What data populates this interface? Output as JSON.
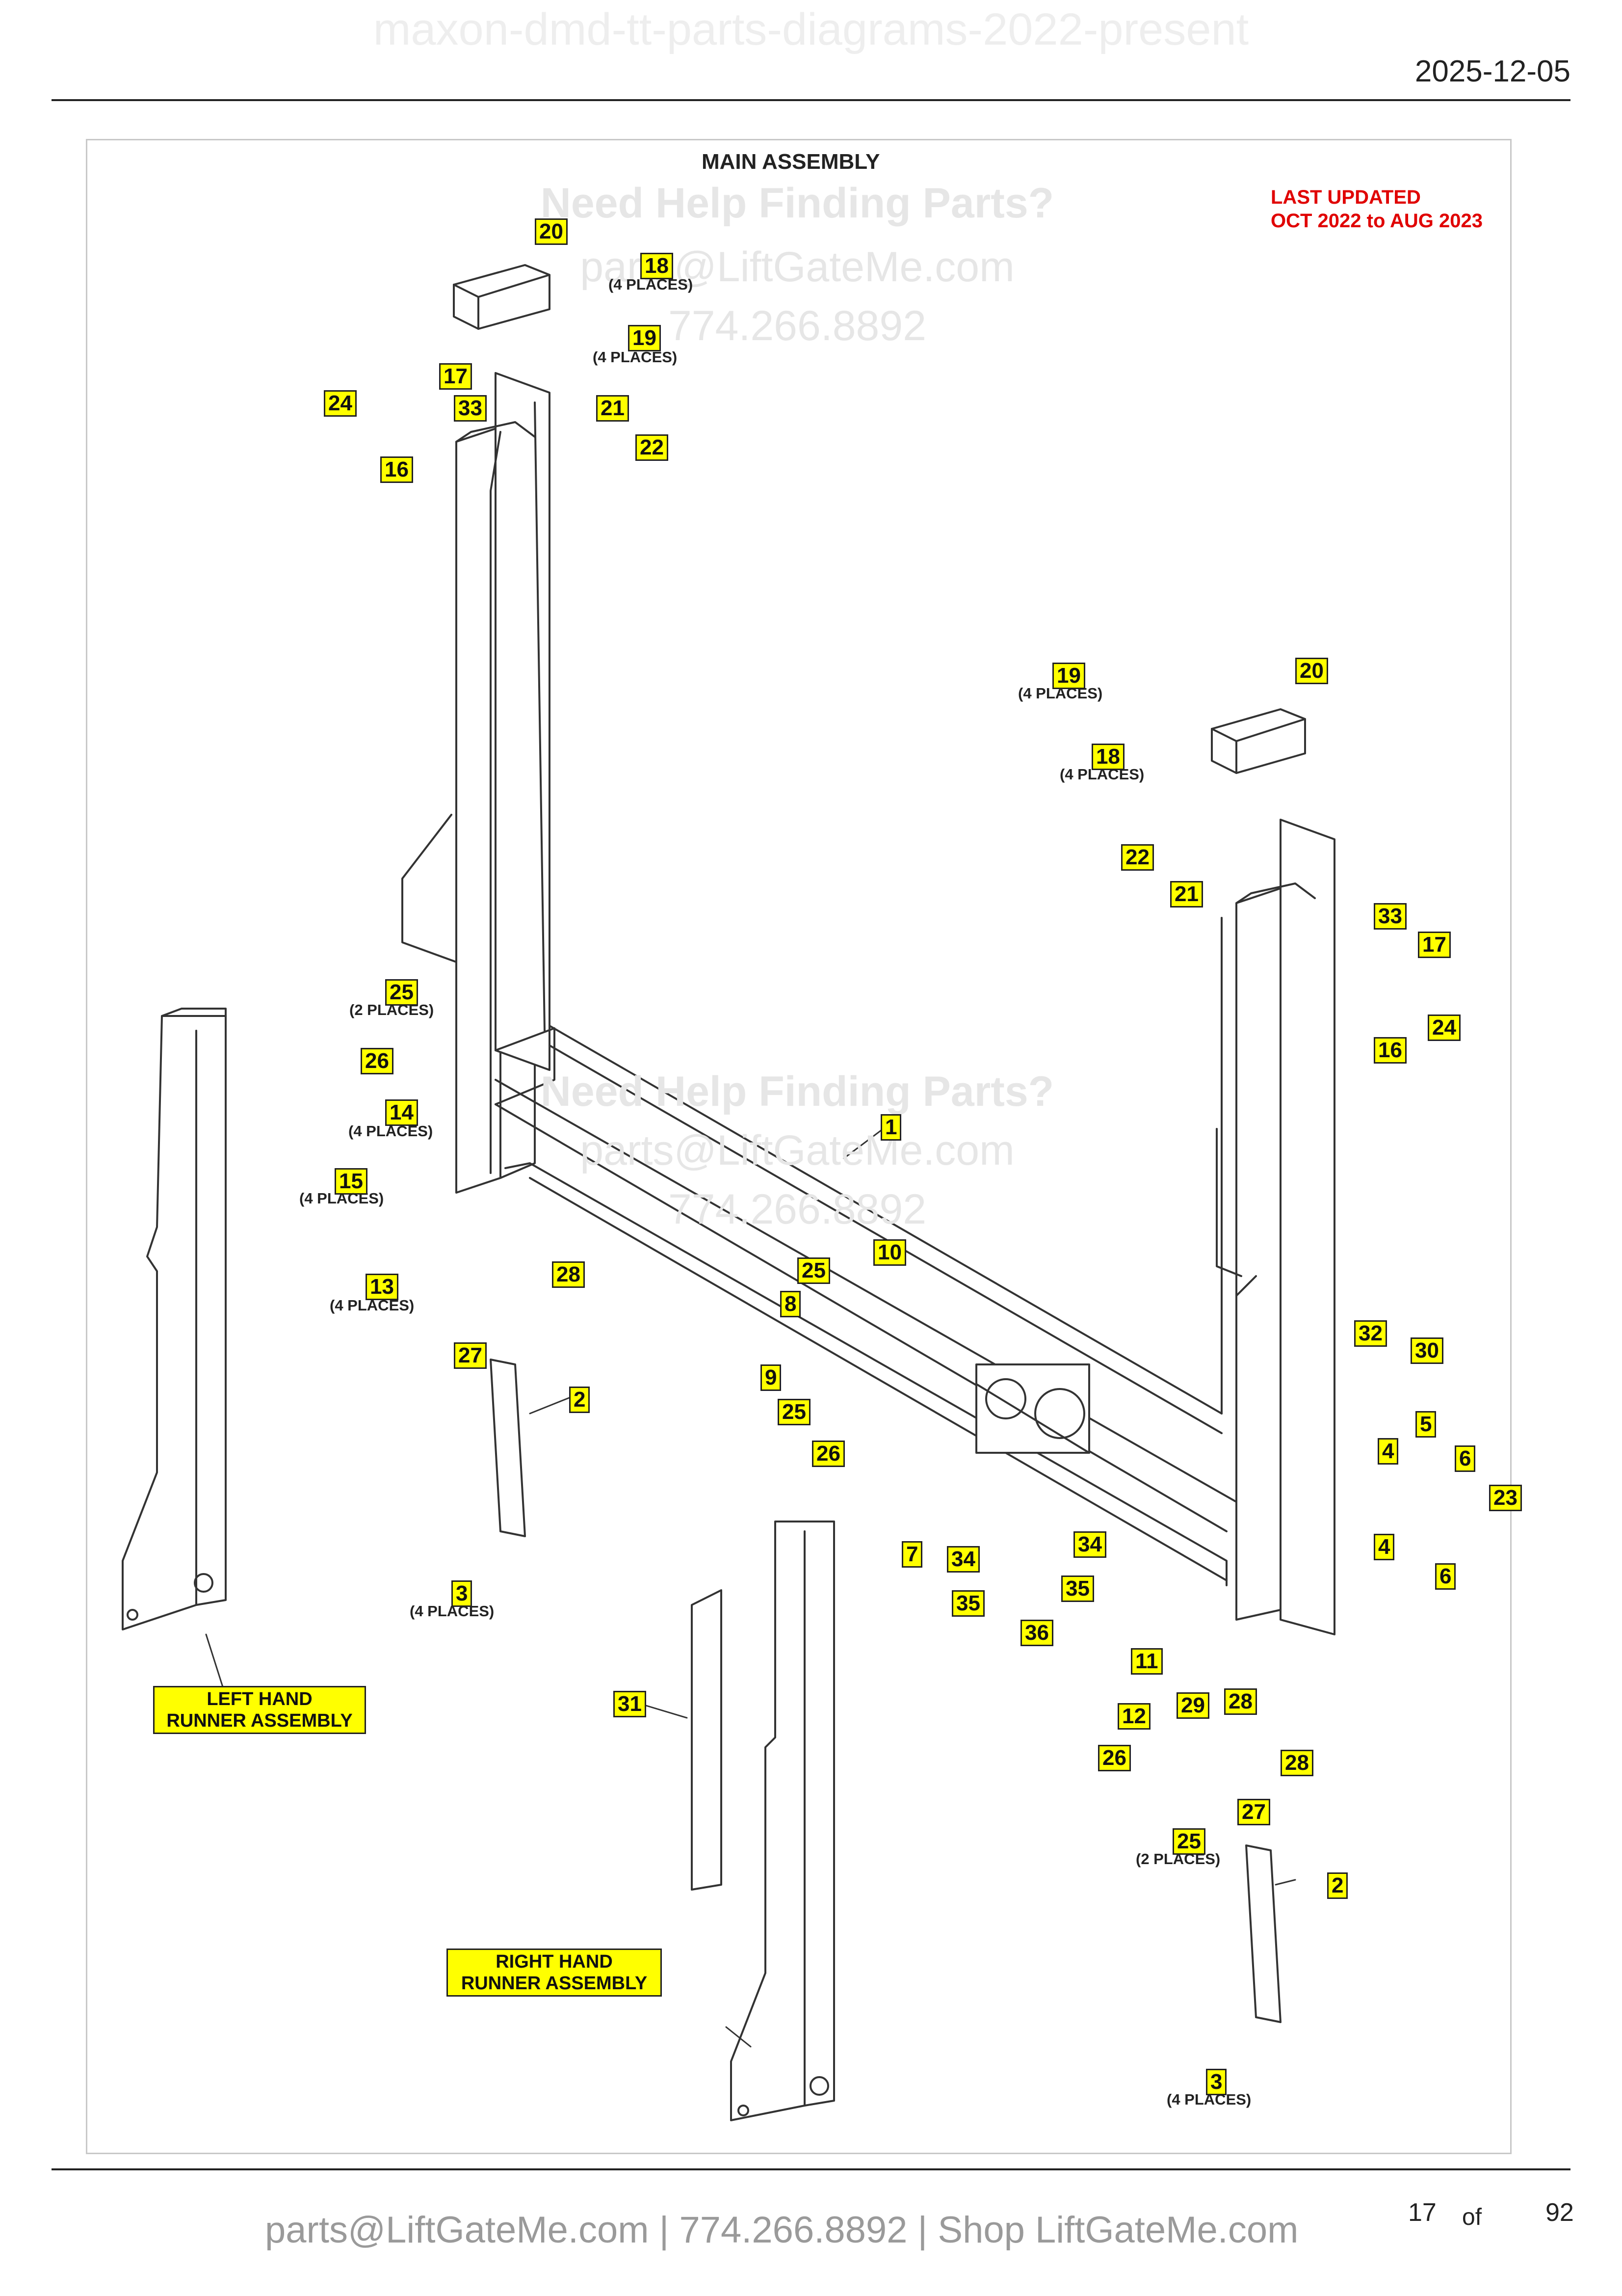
{
  "header": {
    "doc_title": "maxon-dmd-tt-parts-diagrams-2022-present",
    "date": "2025-12-05"
  },
  "diagram": {
    "title": "MAIN ASSEMBLY",
    "updated_line1": "LAST UPDATED",
    "updated_line2": "OCT 2022 to AUG 2023",
    "watermark_heading": "Need Help Finding Parts?",
    "watermark_email": "parts@LiftGateMe.com",
    "watermark_phone": "774.266.8892",
    "callouts": [
      "20",
      "18",
      "19",
      "24",
      "17",
      "33",
      "21",
      "22",
      "16",
      "19",
      "20",
      "18",
      "22",
      "21",
      "33",
      "17",
      "24",
      "16",
      "25",
      "26",
      "14",
      "15",
      "13",
      "1",
      "10",
      "25",
      "8",
      "9",
      "25",
      "26",
      "28",
      "27",
      "2",
      "3",
      "32",
      "30",
      "4",
      "5",
      "6",
      "23",
      "4",
      "6",
      "7",
      "34",
      "34",
      "35",
      "35",
      "36",
      "11",
      "12",
      "29",
      "28",
      "26",
      "28",
      "27",
      "25",
      "31",
      "2",
      "3"
    ],
    "place_notes": {
      "four": "(4 PLACES)",
      "two": "(2 PLACES)"
    },
    "assemblies": {
      "left_line1": "LEFT HAND",
      "left_line2": "RUNNER ASSEMBLY",
      "right_line1": "RIGHT HAND",
      "right_line2": "RUNNER ASSEMBLY"
    }
  },
  "footer": {
    "contact": "parts@LiftGateMe.com | 774.266.8892 | Shop LiftGateMe.com",
    "page_current": "17",
    "page_of": "of",
    "page_total": "92"
  }
}
